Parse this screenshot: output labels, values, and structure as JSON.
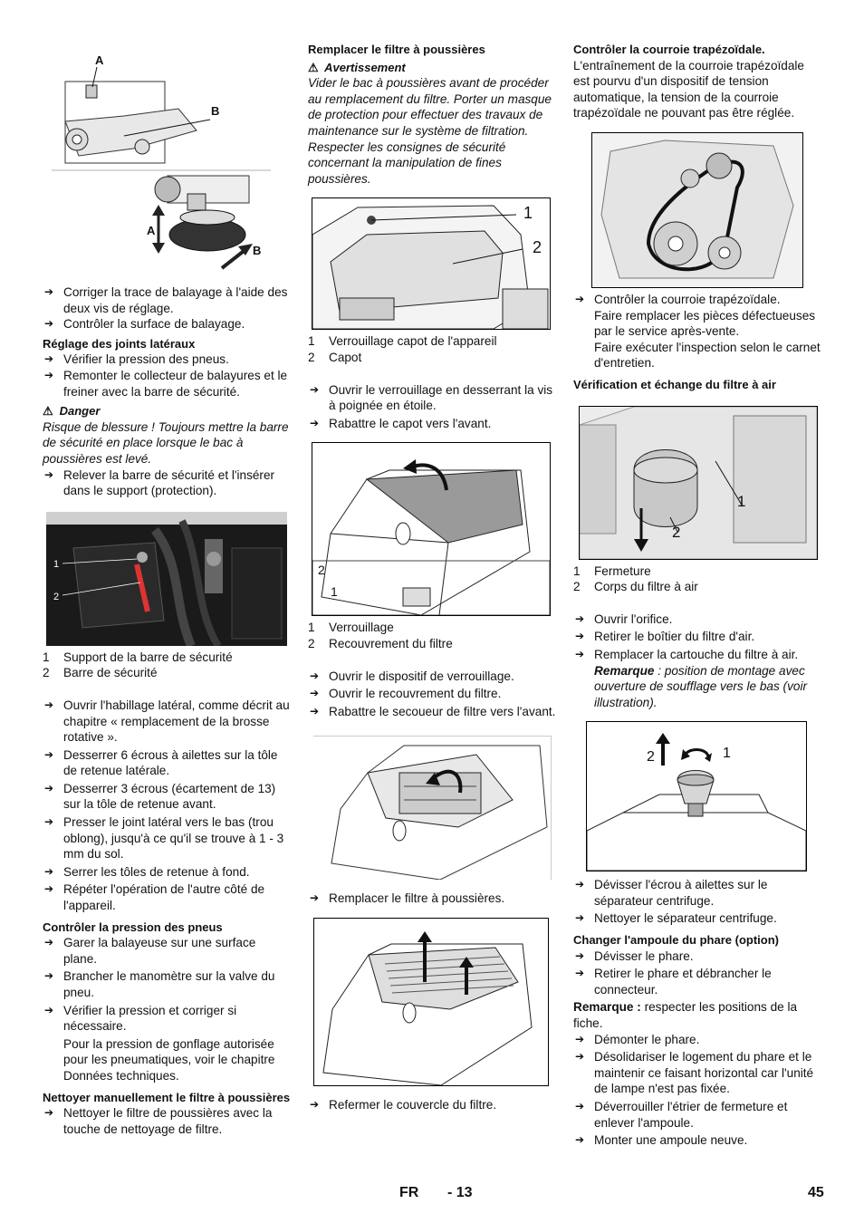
{
  "col1": {
    "fig1_labels": {
      "a_top": "A",
      "b_top": "B",
      "a_bottom": "A",
      "b_bottom": "B"
    },
    "bullets1": [
      "Corriger la trace de balayage à l'aide des deux vis de réglage.",
      "Contrôler la surface de balayage."
    ],
    "heading_joints": "Réglage des joints latéraux",
    "bullets2": [
      "Vérifier la pression des pneus.",
      "Remonter le collecteur de balayures et le freiner avec la barre de sécurité."
    ],
    "danger_title": "Danger",
    "danger_text": "Risque de blessure ! Toujours mettre la barre de sécurité en place lorsque le bac à poussières est levé.",
    "bullet3": "Relever la barre de sécurité et l'insérer dans le support (protection).",
    "fig2_labels": [
      "1",
      "2"
    ],
    "captions": [
      {
        "n": "1",
        "t": "Support de la barre de sécurité"
      },
      {
        "n": "2",
        "t": "Barre de sécurité"
      }
    ],
    "bullets4": [
      "Ouvrir l'habillage latéral, comme décrit au chapitre « remplacement de la brosse rotative ».",
      "Desserrer 6 écrous à ailettes sur la tôle de retenue latérale.",
      "Desserrer 3 écrous (écartement de 13) sur la tôle de retenue avant.",
      "Presser le joint latéral vers le bas (trou oblong), jusqu'à ce qu'il se trouve à 1 - 3 mm du sol.",
      "Serrer les tôles de retenue à fond.",
      "Répéter l'opération de l'autre côté de l'appareil."
    ],
    "heading_pneus": "Contrôler la pression des pneus",
    "bullets5": [
      "Garer la balayeuse sur une surface plane.",
      "Brancher le manomètre sur la valve du pneu.",
      "Vérifier la pression et corriger si nécessaire."
    ],
    "pneus_note": "Pour la pression de gonflage autorisée pour les pneumatiques, voir le chapitre Données techniques.",
    "heading_filtre_manuel": "Nettoyer manuellement le filtre à poussières",
    "bullet6": "Nettoyer le filtre de poussières avec la touche de nettoyage de filtre."
  },
  "col2": {
    "heading": "Remplacer le filtre à poussières",
    "warn_title": "Avertissement",
    "warn_text": "Vider le bac à poussières avant de procéder au remplacement du filtre. Porter un masque de protection pour effectuer des travaux de maintenance sur le système de filtration. Respecter les consignes de sécurité concernant la manipulation de fines poussières.",
    "fig1_labels": [
      "1",
      "2"
    ],
    "captions1": [
      {
        "n": "1",
        "t": "Verrouillage capot de l'appareil"
      },
      {
        "n": "2",
        "t": "Capot"
      }
    ],
    "bullets1": [
      "Ouvrir le verrouillage en desserrant la vis à poignée en étoile.",
      "Rabattre le capot vers l'avant."
    ],
    "fig2_labels": [
      "2",
      "1"
    ],
    "captions2": [
      {
        "n": "1",
        "t": "Verrouillage"
      },
      {
        "n": "2",
        "t": "Recouvrement du filtre"
      }
    ],
    "bullets2": [
      "Ouvrir le dispositif de verrouillage.",
      "Ouvrir le recouvrement du filtre.",
      "Rabattre le secoueur de filtre vers l'avant."
    ],
    "bullet3": "Remplacer le filtre à poussières.",
    "bullet4": "Refermer le couvercle du filtre."
  },
  "col3": {
    "heading_courroie": "Contrôler la courroie trapézoïdale.",
    "courroie_text": "L'entraînement de la courroie trapézoïdale est pourvu d'un dispositif de tension automatique, la tension de la courroie trapézoïdale ne pouvant pas être réglée.",
    "bullet_courroie": "Contrôler la courroie trapézoïdale.",
    "courroie_lines": [
      "Faire remplacer les pièces défectueuses par le service après-vente.",
      "Faire exécuter l'inspection selon le carnet d'entretien."
    ],
    "heading_air": "Vérification et échange du filtre à air",
    "fig2_labels": [
      "1",
      "2"
    ],
    "captions": [
      {
        "n": "1",
        "t": "Fermeture"
      },
      {
        "n": "2",
        "t": "Corps du filtre à air"
      }
    ],
    "bullets_air": [
      "Ouvrir l'orifice.",
      "Retirer le boîtier du filtre d'air.",
      "Remplacer la cartouche du filtre à air."
    ],
    "remarque_label": "Remarque",
    "remarque_text": " : position de montage avec ouverture de soufflage vers le bas (voir illustration).",
    "fig3_labels": [
      "2",
      "1"
    ],
    "bullets_sep": [
      "Dévisser l'écrou à ailettes sur le séparateur centrifuge.",
      "Nettoyer le séparateur centrifuge."
    ],
    "heading_phare": "Changer l'ampoule du phare (option)",
    "bullets_phare1": [
      "Dévisser le phare.",
      "Retirer le phare et débrancher le connecteur."
    ],
    "remarque2_label": "Remarque :",
    "remarque2_text": " respecter les positions de la fiche.",
    "bullets_phare2": [
      "Démonter le phare.",
      "Désolidariser le logement du phare et le maintenir ce faisant horizontal car l'unité de lampe n'est pas fixée.",
      "Déverrouiller l'étrier de fermeture et enlever l'ampoule.",
      "Monter une ampoule neuve."
    ]
  },
  "footer": {
    "lang": "FR",
    "page_local": "- 13",
    "page_total": "45"
  }
}
